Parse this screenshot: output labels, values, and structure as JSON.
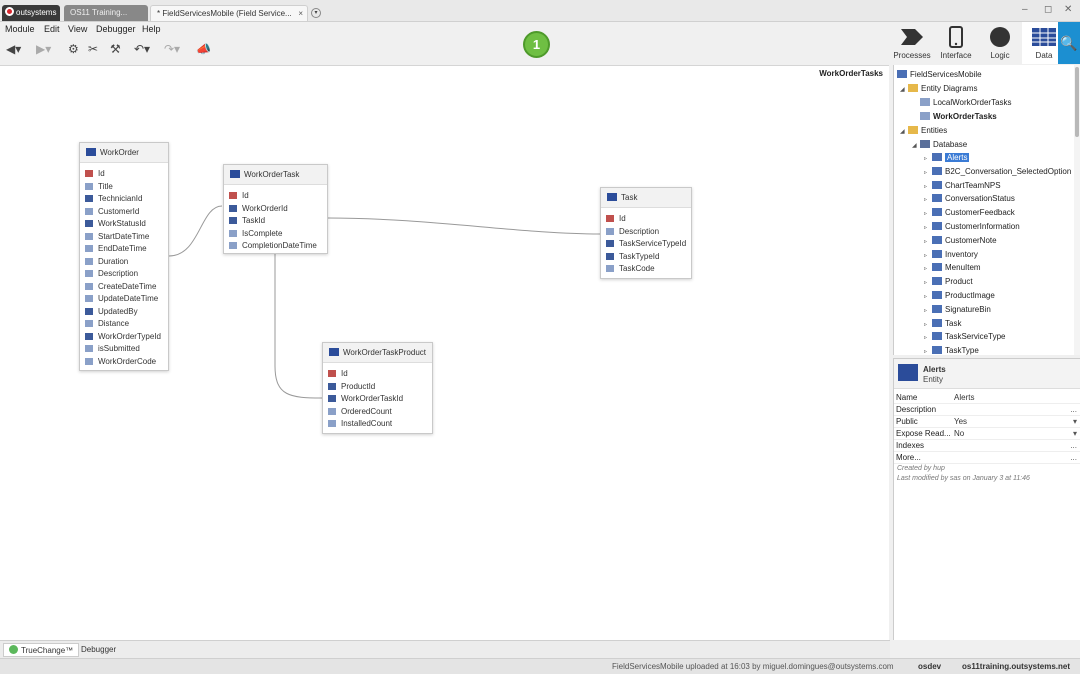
{
  "tabs": {
    "logo": "outsystems",
    "env": "OS11 Training...",
    "doc": "* FieldServicesMobile (Field Service...",
    "doc_close": "×",
    "more": "▾"
  },
  "window_controls": {
    "minimize": "–",
    "maximize": "◻",
    "close": "✕"
  },
  "menu": {
    "items": [
      "Module",
      "Edit",
      "View",
      "Debugger",
      "Help"
    ]
  },
  "publish_badge": "1",
  "top_tabs": [
    {
      "label": "Processes",
      "icon": "processes-icon"
    },
    {
      "label": "Interface",
      "icon": "interface-icon"
    },
    {
      "label": "Logic",
      "icon": "logic-icon"
    },
    {
      "label": "Data",
      "icon": "data-icon",
      "active": true
    }
  ],
  "canvas": {
    "title": "WorkOrderTasks",
    "entities": {
      "workorder": {
        "name": "WorkOrder",
        "attributes": [
          {
            "label": "Id",
            "kind": "pk"
          },
          {
            "label": "Title",
            "kind": "attr"
          },
          {
            "label": "TechnicianId",
            "kind": "fk"
          },
          {
            "label": "CustomerId",
            "kind": "attr"
          },
          {
            "label": "WorkStatusId",
            "kind": "fk"
          },
          {
            "label": "StartDateTime",
            "kind": "attr"
          },
          {
            "label": "EndDateTime",
            "kind": "attr"
          },
          {
            "label": "Duration",
            "kind": "attr"
          },
          {
            "label": "Description",
            "kind": "attr"
          },
          {
            "label": "CreateDateTime",
            "kind": "attr"
          },
          {
            "label": "UpdateDateTime",
            "kind": "attr"
          },
          {
            "label": "UpdatedBy",
            "kind": "fk"
          },
          {
            "label": "Distance",
            "kind": "attr"
          },
          {
            "label": "WorkOrderTypeId",
            "kind": "fk"
          },
          {
            "label": "isSubmitted",
            "kind": "attr"
          },
          {
            "label": "WorkOrderCode",
            "kind": "attr"
          }
        ]
      },
      "workordertask": {
        "name": "WorkOrderTask",
        "attributes": [
          {
            "label": "Id",
            "kind": "pk"
          },
          {
            "label": "WorkOrderId",
            "kind": "fk"
          },
          {
            "label": "TaskId",
            "kind": "fk"
          },
          {
            "label": "IsComplete",
            "kind": "attr"
          },
          {
            "label": "CompletionDateTime",
            "kind": "attr"
          }
        ]
      },
      "task": {
        "name": "Task",
        "attributes": [
          {
            "label": "Id",
            "kind": "pk"
          },
          {
            "label": "Description",
            "kind": "attr"
          },
          {
            "label": "TaskServiceTypeId",
            "kind": "fk"
          },
          {
            "label": "TaskTypeId",
            "kind": "fk"
          },
          {
            "label": "TaskCode",
            "kind": "attr"
          }
        ]
      },
      "workordertaskproduct": {
        "name": "WorkOrderTaskProduct",
        "attributes": [
          {
            "label": "Id",
            "kind": "pk"
          },
          {
            "label": "ProductId",
            "kind": "fk"
          },
          {
            "label": "WorkOrderTaskId",
            "kind": "fk"
          },
          {
            "label": "OrderedCount",
            "kind": "attr"
          },
          {
            "label": "InstalledCount",
            "kind": "attr"
          }
        ]
      }
    }
  },
  "tree": {
    "root": "FieldServicesMobile",
    "entity_diagrams": "Entity Diagrams",
    "diagram_1": "LocalWorkOrderTasks",
    "diagram_2": "WorkOrderTasks",
    "entities": "Entities",
    "database": "Database",
    "items": [
      "Alerts",
      "B2C_Conversation_SelectedOption",
      "ChartTeamNPS",
      "ConversationStatus",
      "CustomerFeedback",
      "CustomerInformation",
      "CustomerNote",
      "Inventory",
      "MenuItem",
      "Product",
      "ProductImage",
      "SignatureBin",
      "Task",
      "TaskServiceType",
      "TaskType"
    ]
  },
  "properties": {
    "title": "Alerts",
    "kind": "Entity",
    "rows": [
      {
        "key": "Name",
        "value": "Alerts",
        "btn": ""
      },
      {
        "key": "Description",
        "value": "",
        "btn": "..."
      },
      {
        "key": "Public",
        "value": "Yes",
        "btn": "▾"
      },
      {
        "key": "Expose Read...",
        "value": "No",
        "btn": "▾"
      },
      {
        "key": "Indexes",
        "value": "",
        "btn": "..."
      },
      {
        "key": "More...",
        "value": "",
        "btn": "..."
      }
    ],
    "created": "Created by hup",
    "modified": "Last modified by sas on January 3 at 11:46"
  },
  "bottom_tabs": {
    "truechange": "TrueChange™",
    "debugger": "Debugger"
  },
  "status": {
    "message": "FieldServicesMobile uploaded at 16:03 by miguel.domingues@outsystems.com",
    "env": "osdev",
    "server": "os11training.outsystems.net"
  }
}
